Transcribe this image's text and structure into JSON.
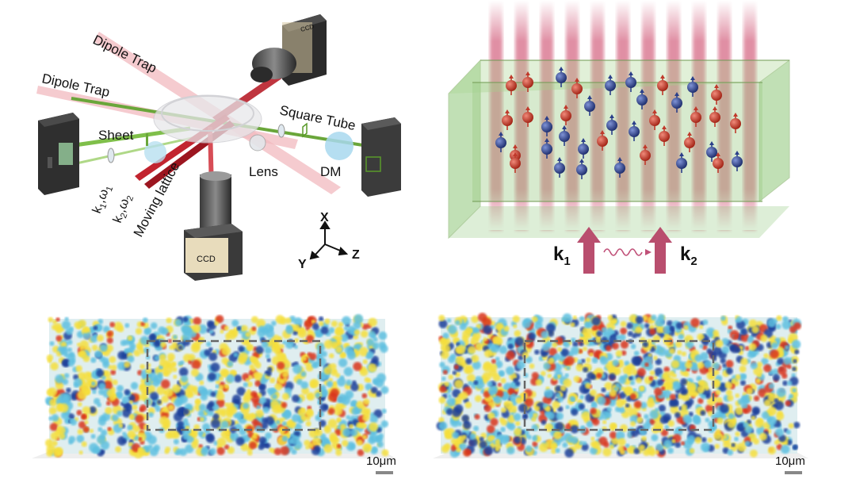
{
  "setup": {
    "dipole_trap_1": "Dipole Trap",
    "dipole_trap_2": "Dipole Trap",
    "square_tube": "Square Tube",
    "sheet": "Sheet",
    "lens": "Lens",
    "dm": "DM",
    "moving_lattice": "Moving lattice",
    "beam1_k": "k",
    "beam1_k_sub": "1",
    "beam1_w": ",ω",
    "beam1_w_sub": "1",
    "beam2_k": "k",
    "beam2_k_sub": "2",
    "beam2_w": ",ω",
    "beam2_w_sub": "2",
    "ccd_top": "CCD",
    "ccd_bottom": "CCD",
    "axis_x": "X",
    "axis_y": "Y",
    "axis_z": "Z"
  },
  "schematic": {
    "k1_main": "k",
    "k1_sub": "1",
    "k2_main": "k",
    "k2_sub": "2"
  },
  "images": {
    "left_scalebar": "10μm",
    "right_scalebar": "10μm"
  },
  "colors": {
    "blue_atom": "#2b3f8a",
    "red_atom": "#c0392b",
    "lattice_pink": "#c8345a",
    "glass_green": "#8fc77a",
    "arrow_pink": "#b94e6e",
    "map_blue_dark": "#1e3f9a",
    "map_blue_light": "#5fc0e0",
    "map_yellow": "#f5df3c",
    "map_red": "#d9341e"
  }
}
